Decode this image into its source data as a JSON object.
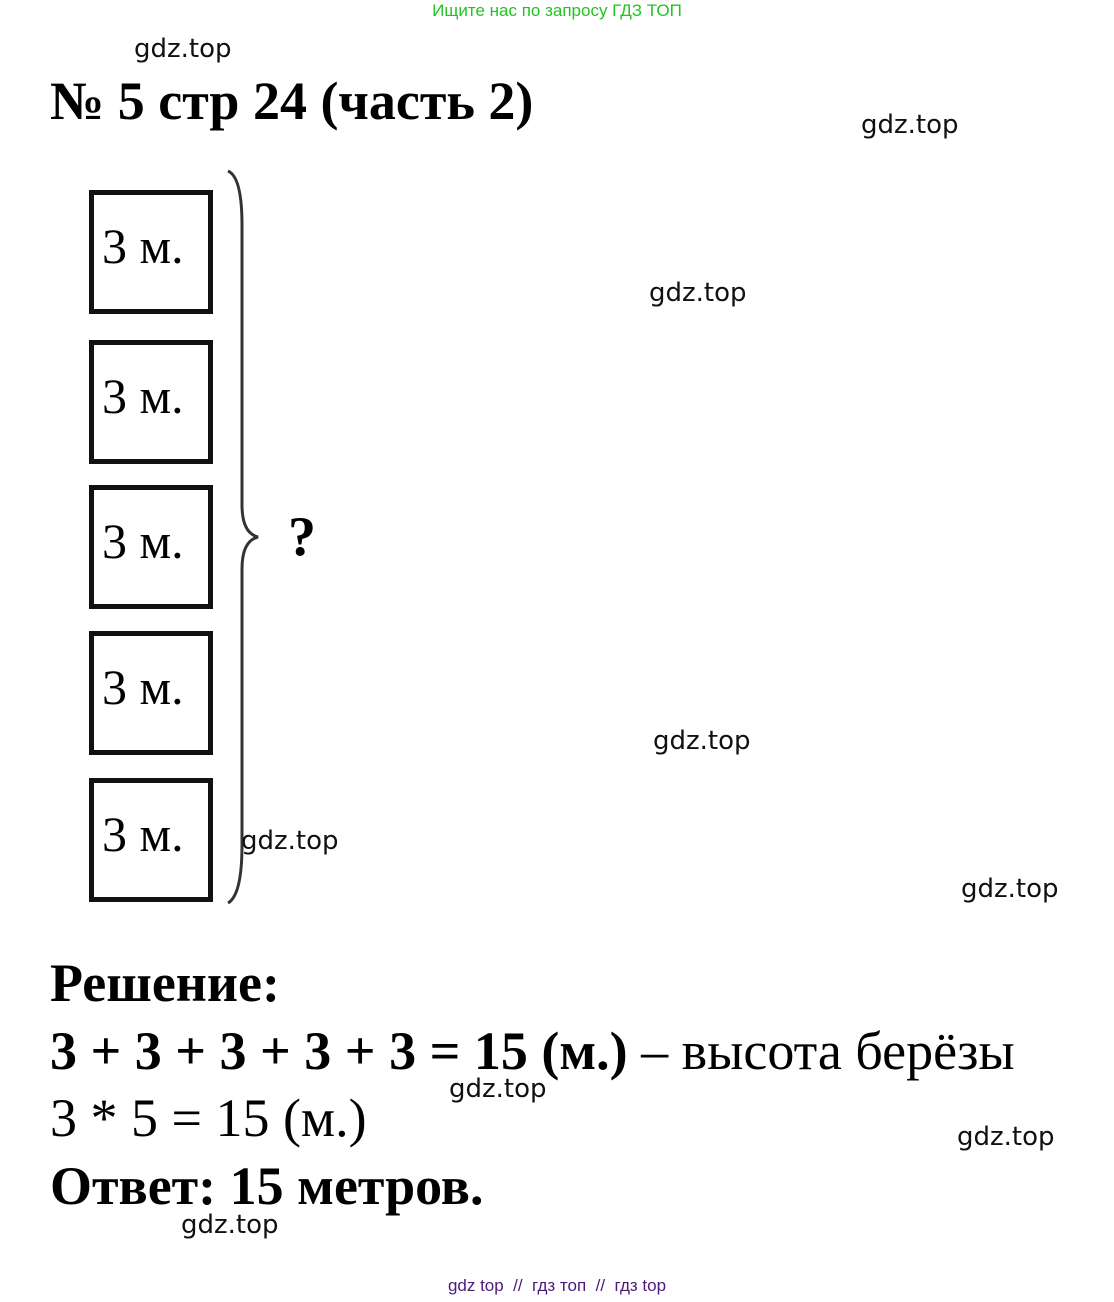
{
  "banner": "Ищите нас по запросу ГДЗ ТОП",
  "title": "№ 5 стр 24 (часть 2)",
  "diagram": {
    "boxes": [
      "3 м.",
      "3 м.",
      "3 м.",
      "3 м.",
      "3 м."
    ],
    "question": "?"
  },
  "solution": {
    "heading": "Решение:",
    "line1_bold": "3 + 3 + 3 + 3 + 3 = 15 (м.)",
    "line1_rest": " – высота берёзы",
    "line2": "3 * 5 = 15 (м.)",
    "answer": "Ответ: 15 метров."
  },
  "watermark": "gdz.top",
  "footer": "gdz top  //  гдз топ  //  гдз top"
}
